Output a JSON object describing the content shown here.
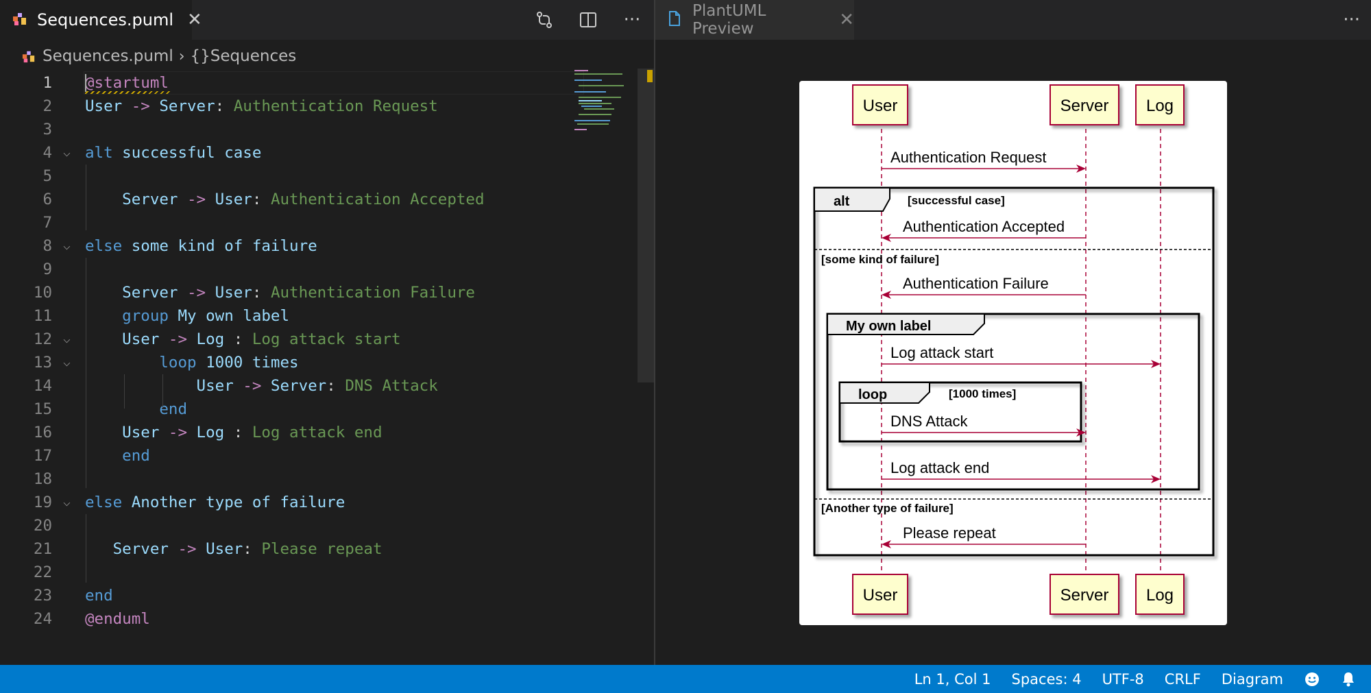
{
  "editor": {
    "tab": {
      "file_name": "Sequences.puml",
      "close": "✕"
    },
    "actions": {
      "compare_icon": "git-compare-icon",
      "split_icon": "split-editor-icon",
      "more": "···"
    },
    "breadcrumb": {
      "file": "Sequences.puml",
      "separator": "›",
      "symbol": "{}Sequences"
    },
    "lines": [
      {
        "n": "1",
        "segs": [
          [
            "k3",
            "@startuml"
          ]
        ]
      },
      {
        "n": "2",
        "segs": [
          [
            "k2",
            "User "
          ],
          [
            "k3",
            "->"
          ],
          [
            "k2",
            " Server"
          ],
          [
            "k5",
            ": "
          ],
          [
            "k4",
            "Authentication Request"
          ]
        ]
      },
      {
        "n": "3",
        "segs": []
      },
      {
        "n": "4",
        "segs": [
          [
            "k1",
            "alt"
          ],
          [
            "k2",
            " successful case"
          ]
        ]
      },
      {
        "n": "5",
        "segs": []
      },
      {
        "n": "6",
        "segs": [
          [
            "k2",
            "    Server "
          ],
          [
            "k3",
            "->"
          ],
          [
            "k2",
            " User"
          ],
          [
            "k5",
            ": "
          ],
          [
            "k4",
            "Authentication Accepted"
          ]
        ]
      },
      {
        "n": "7",
        "segs": []
      },
      {
        "n": "8",
        "segs": [
          [
            "k1",
            "else"
          ],
          [
            "k2",
            " some kind of failure"
          ]
        ]
      },
      {
        "n": "9",
        "segs": []
      },
      {
        "n": "10",
        "segs": [
          [
            "k2",
            "    Server "
          ],
          [
            "k3",
            "->"
          ],
          [
            "k2",
            " User"
          ],
          [
            "k5",
            ": "
          ],
          [
            "k4",
            "Authentication Failure"
          ]
        ]
      },
      {
        "n": "11",
        "segs": [
          [
            "k1",
            "    group"
          ],
          [
            "k2",
            " My own label"
          ]
        ]
      },
      {
        "n": "12",
        "segs": [
          [
            "k2",
            "    User "
          ],
          [
            "k3",
            "->"
          ],
          [
            "k2",
            " Log "
          ],
          [
            "k5",
            ": "
          ],
          [
            "k4",
            "Log attack start"
          ]
        ]
      },
      {
        "n": "13",
        "segs": [
          [
            "k1",
            "        loop"
          ],
          [
            "k2",
            " 1000 times"
          ]
        ]
      },
      {
        "n": "14",
        "segs": [
          [
            "k2",
            "            User "
          ],
          [
            "k3",
            "->"
          ],
          [
            "k2",
            " Server"
          ],
          [
            "k5",
            ": "
          ],
          [
            "k4",
            "DNS Attack"
          ]
        ]
      },
      {
        "n": "15",
        "segs": [
          [
            "k1",
            "        end"
          ]
        ]
      },
      {
        "n": "16",
        "segs": [
          [
            "k2",
            "    User "
          ],
          [
            "k3",
            "->"
          ],
          [
            "k2",
            " Log "
          ],
          [
            "k5",
            ": "
          ],
          [
            "k4",
            "Log attack end"
          ]
        ]
      },
      {
        "n": "17",
        "segs": [
          [
            "k1",
            "    end"
          ]
        ]
      },
      {
        "n": "18",
        "segs": []
      },
      {
        "n": "19",
        "segs": [
          [
            "k1",
            "else"
          ],
          [
            "k2",
            " Another type of failure"
          ]
        ]
      },
      {
        "n": "20",
        "segs": []
      },
      {
        "n": "21",
        "segs": [
          [
            "k2",
            "   Server "
          ],
          [
            "k3",
            "->"
          ],
          [
            "k2",
            " User"
          ],
          [
            "k5",
            ": "
          ],
          [
            "k4",
            "Please repeat"
          ]
        ]
      },
      {
        "n": "22",
        "segs": []
      },
      {
        "n": "23",
        "segs": [
          [
            "k1",
            "end"
          ]
        ]
      },
      {
        "n": "24",
        "segs": [
          [
            "k3",
            "@enduml"
          ]
        ]
      }
    ],
    "fold_lines": [
      "4",
      "8",
      "12",
      "13",
      "19"
    ]
  },
  "preview": {
    "tab": {
      "title": "PlantUML Preview",
      "close": "✕"
    },
    "more": "···",
    "diagram": {
      "participants": [
        "User",
        "Server",
        "Log"
      ],
      "messages": {
        "auth_request": "Authentication Request",
        "auth_accepted": "Authentication Accepted",
        "auth_failure": "Authentication Failure",
        "log_start": "Log attack start",
        "dns_attack": "DNS Attack",
        "log_end": "Log attack end",
        "please_repeat": "Please repeat"
      },
      "fragments": {
        "alt": "alt",
        "alt_condition": "[successful case]",
        "else1": "[some kind of failure]",
        "group": "My own label",
        "loop": "loop",
        "loop_condition": "[1000 times]",
        "else2": "[Another type of failure]"
      },
      "colors": {
        "participant_fill": "#fefece",
        "participant_border": "#a80036",
        "arrow": "#a80036"
      }
    }
  },
  "statusbar": {
    "position": "Ln 1, Col 1",
    "spaces": "Spaces: 4",
    "encoding": "UTF-8",
    "eol": "CRLF",
    "language": "Diagram",
    "feedback_icon": "smiley-icon",
    "notifications_icon": "bell-icon"
  }
}
